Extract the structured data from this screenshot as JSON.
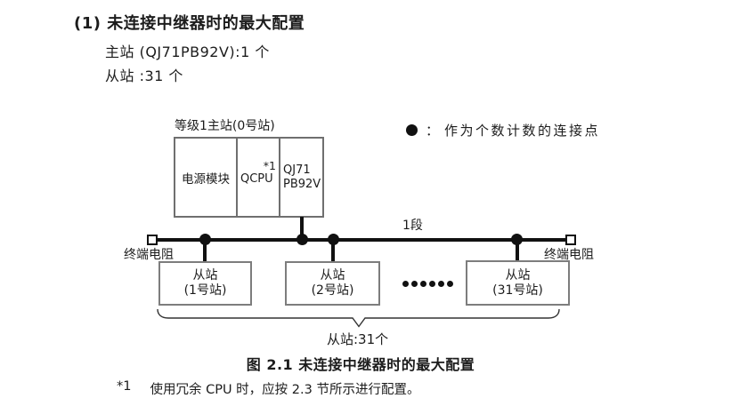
{
  "section": {
    "heading": "(1) 未连接中继器时的最大配置",
    "master_spec": "主站 (QJ71PB92V):1 个",
    "slave_spec": "从站 :31 个"
  },
  "diagram": {
    "master_label": "等级1主站(0号站)",
    "master_box": {
      "power": "电源模块",
      "cpu": "QCPU",
      "cpu_note": "*1",
      "module_line1": "QJ71",
      "module_line2": "PB92V"
    },
    "legend": {
      "separator": "：",
      "text": "作为个数计数的连接点"
    },
    "segment_label": "1段",
    "terminator_left": "终端电阻",
    "terminator_right": "终端电阻",
    "slaves": [
      {
        "line1": "从站",
        "line2": "(1号站)"
      },
      {
        "line1": "从站",
        "line2": "(2号站)"
      },
      {
        "line1": "从站",
        "line2": "(31号站)"
      }
    ],
    "brace_label": "从站:31个"
  },
  "caption": "图 2.1 未连接中继器时的最大配置",
  "footnote": {
    "marker": "*1",
    "text": "使用冗余 CPU 时，应按 2.3 节所示进行配置。"
  },
  "colors": {
    "background": "#ffffff",
    "text": "#1c1c1c",
    "line": "#111111",
    "master_box_border": "#6f6f6f",
    "slave_box_border": "#7d7d7d"
  }
}
